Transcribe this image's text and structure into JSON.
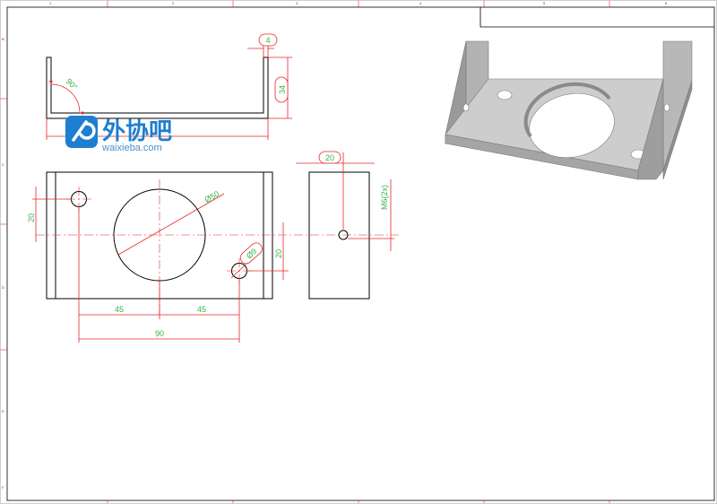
{
  "colors": {
    "dimension_text": "#39b54a",
    "dimension_line": "#e8262a",
    "outline": "#000000",
    "logo_blue": "#1e7ed2",
    "iso_face": "#c9c9c9",
    "iso_side": "#a8a8a8"
  },
  "dims": {
    "thickness": "4",
    "angle": "90°",
    "height": "34",
    "hole_large": "Ø50",
    "hole_small": "Ø9",
    "left_hole_offset": "20",
    "hole_to_center": "20",
    "left_half": "45",
    "right_half": "45",
    "total": "90",
    "side_width": "20",
    "thread": "M6(2x)"
  },
  "logo": {
    "name": "外协吧",
    "url": "waixieba.com"
  },
  "zones": {
    "top": [
      "1",
      "2",
      "3",
      "4",
      "5",
      "6"
    ],
    "left": [
      "B",
      "C",
      "D",
      "E",
      "F"
    ]
  }
}
